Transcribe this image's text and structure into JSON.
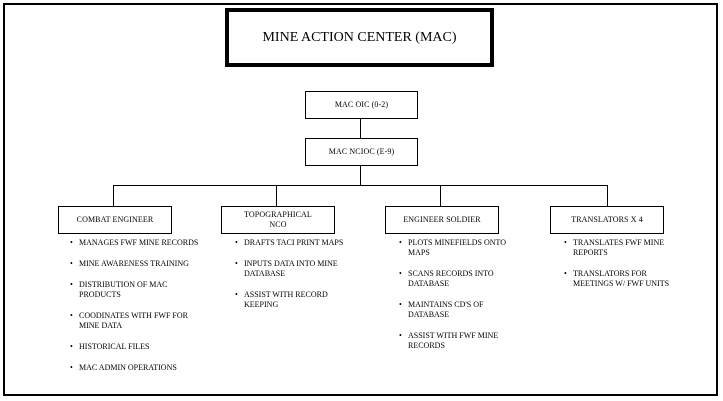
{
  "title": "MINE ACTION CENTER (MAC)",
  "nodes": {
    "oic": "MAC OIC (0-2)",
    "ncoic": "MAC NCIOC (E-9)"
  },
  "columns": [
    {
      "header": "COMBAT ENGINEER",
      "items": [
        "MANAGES FWF MINE RECORDS",
        "MINE AWARENESS TRAINING",
        "DISTRIBUTION OF MAC PRODUCTS",
        "COODINATES WITH FWF FOR MINE DATA",
        "HISTORICAL FILES",
        "MAC ADMIN OPERATIONS"
      ]
    },
    {
      "header": "TOPOGRAPHICAL NCO",
      "items": [
        "DRAFTS TACI PRINT MAPS",
        "INPUTS DATA INTO MINE DATABASE",
        "ASSIST WITH RECORD KEEPING"
      ]
    },
    {
      "header": "ENGINEER SOLDIER",
      "items": [
        "PLOTS MINEFIELDS ONTO MAPS",
        "SCANS RECORDS INTO DATABASE",
        "MAINTAINS CD'S OF DATABASE",
        "ASSIST WITH FWF MINE RECORDS"
      ]
    },
    {
      "header": "TRANSLATORS X 4",
      "items": [
        "TRANSLATES FWF MINE REPORTS",
        "TRANSLATORS FOR MEETINGS W/ FWF UNITS"
      ]
    }
  ]
}
